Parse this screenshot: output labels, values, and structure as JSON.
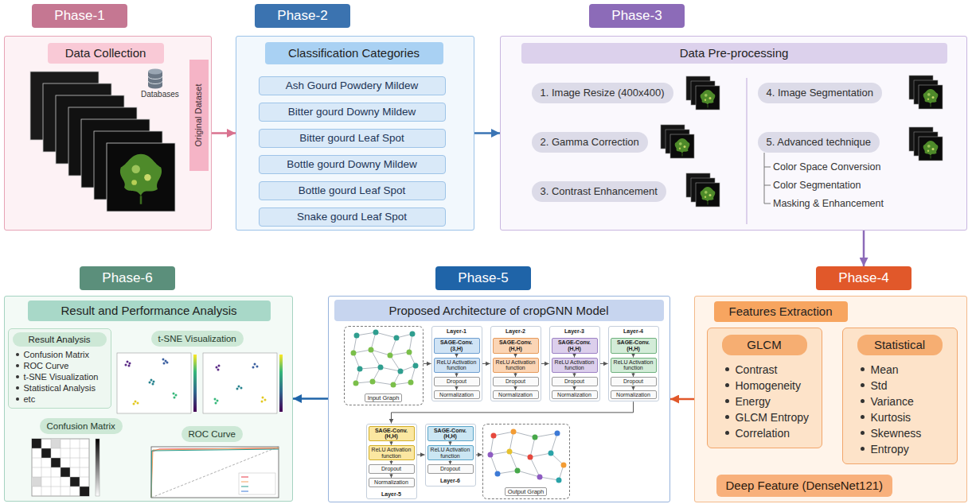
{
  "diagram": {
    "nodes": [
      {
        "text": [
          "Phase-1"
        ]
      },
      {
        "text": [
          "Data Collection"
        ]
      },
      {
        "text": [
          "Original Dataset"
        ],
        "in": 1
      },
      {
        "text": [
          "Phase-2"
        ]
      },
      {
        "text": [
          "Classification Categories"
        ]
      },
      {
        "text": [
          "Ash Gourd Powdery Mildew"
        ],
        "in": 4
      },
      {
        "text": [
          "Bitter gourd Downy Mildew"
        ],
        "in": 4
      },
      {
        "text": [
          "Bitter gourd Leaf Spot"
        ],
        "in": 4
      },
      {
        "text": [
          "Bottle gourd Downy Mildew"
        ],
        "in": 4
      },
      {
        "text": [
          "Bottle gourd Leaf Spot"
        ],
        "in": 4
      },
      {
        "text": [
          "Snake gourd Leaf Spot"
        ],
        "in": 4
      },
      {
        "text": [
          "Phase-3"
        ]
      },
      {
        "text": [
          "Data Pre-processing"
        ]
      },
      {
        "text": [
          "1. Image Resize (400x400)"
        ],
        "in": 12
      },
      {
        "text": [
          "2. Gamma Correction"
        ],
        "in": 12
      },
      {
        "text": [
          "3. Contrast Enhancement"
        ],
        "in": 12
      },
      {
        "text": [
          "4. Image Segmentation"
        ],
        "in": 12
      },
      {
        "text": [
          "5. Advanced technique"
        ],
        "in": 12
      },
      {
        "text": [
          "Phase-6"
        ]
      },
      {
        "text": [
          "Result and Performance Analysis"
        ]
      },
      {
        "text": [
          "Result Analysis",
          "Confusion Matrix",
          "ROC Curve",
          "t-SNE Visualization",
          "Statistical Analysis",
          "etc"
        ],
        "in": 19
      },
      {
        "text": [
          "t-SNE Visualization"
        ],
        "in": 19
      },
      {
        "text": [
          "Confusion Matrix"
        ],
        "in": 19
      },
      {
        "text": [
          "ROC Curve"
        ],
        "in": 19
      },
      {
        "text": [
          "Phase-5"
        ]
      },
      {
        "text": [
          "Proposed Architecture of cropGNN Model"
        ]
      },
      {
        "text": [
          "Input Graph"
        ],
        "in": 25
      },
      {
        "text": [
          "Layer-1"
        ],
        "in": 25
      },
      {
        "text": [
          "SAGE-Conv. (3,H)"
        ],
        "in": 27
      },
      {
        "text": [
          "ReLU Activation function"
        ],
        "in": 27
      },
      {
        "text": [
          "Dropout"
        ],
        "in": 27
      },
      {
        "text": [
          "Normalization"
        ],
        "in": 27
      },
      {
        "text": [
          "Layer-2"
        ],
        "in": 25
      },
      {
        "text": [
          "SAGE-Conv. (H,H)"
        ],
        "in": 32
      },
      {
        "text": [
          "ReLU Activation function"
        ],
        "in": 32
      },
      {
        "text": [
          "Dropout"
        ],
        "in": 32
      },
      {
        "text": [
          "Normalization"
        ],
        "in": 32
      },
      {
        "text": [
          "Layer-3"
        ],
        "in": 25
      },
      {
        "text": [
          "SAGE-Conv. (H,H)"
        ],
        "in": 37
      },
      {
        "text": [
          "ReLU Activation function"
        ],
        "in": 37
      },
      {
        "text": [
          "Dropout"
        ],
        "in": 37
      },
      {
        "text": [
          "Normalization"
        ],
        "in": 37
      },
      {
        "text": [
          "Layer-4"
        ],
        "in": 25
      },
      {
        "text": [
          "SAGE-Conv. (H,H)"
        ],
        "in": 42
      },
      {
        "text": [
          "ReLU Activation function"
        ],
        "in": 42
      },
      {
        "text": [
          "Dropout"
        ],
        "in": 42
      },
      {
        "text": [
          "Normalization"
        ],
        "in": 42
      },
      {
        "text": [
          "Layer-5"
        ],
        "in": 25
      },
      {
        "text": [
          "SAGE-Conv. (H,H)"
        ],
        "in": 47
      },
      {
        "text": [
          "ReLU Activation function"
        ],
        "in": 47
      },
      {
        "text": [
          "Dropout"
        ],
        "in": 47
      },
      {
        "text": [
          "Normalization"
        ],
        "in": 47
      },
      {
        "text": [
          "Layer-6"
        ],
        "in": 25
      },
      {
        "text": [
          "SAGE-Conv. (H,H)"
        ],
        "in": 52
      },
      {
        "text": [
          "ReLU Activation function"
        ],
        "in": 52
      },
      {
        "text": [
          "Dropout"
        ],
        "in": 52
      },
      {
        "text": [
          "Output Graph"
        ],
        "in": 25
      },
      {
        "text": [
          "Phase-4"
        ]
      },
      {
        "text": [
          "Features Extraction"
        ]
      },
      {
        "text": [
          "GLCM",
          "Contrast",
          "Homogeneity",
          "Energy",
          "GLCM Entropy",
          "Correlation"
        ],
        "in": 58
      },
      {
        "text": [
          "Statistical",
          "Mean",
          "Std",
          "Variance",
          "Kurtosis",
          "Skewness",
          "Entropy"
        ],
        "in": 58
      },
      {
        "text": [
          "Deep Feature (DenseNet121)"
        ],
        "in": 58
      }
    ],
    "edges": [
      {
        "from": 1,
        "to": 4,
        "arrow": "to"
      },
      {
        "from": 4,
        "to": 12,
        "arrow": "to"
      },
      {
        "from": 12,
        "to": 57,
        "arrow": "to"
      },
      {
        "from": 58,
        "to": 25,
        "arrow": "to"
      },
      {
        "from": 25,
        "to": 19,
        "arrow": "to"
      },
      {
        "from": 26,
        "to": 27,
        "arrow": "to"
      },
      {
        "from": 27,
        "to": 32,
        "arrow": "to"
      },
      {
        "from": 32,
        "to": 37,
        "arrow": "to"
      },
      {
        "from": 37,
        "to": 42,
        "arrow": "to"
      },
      {
        "from": 42,
        "to": 47,
        "arrow": "to"
      },
      {
        "from": 47,
        "to": 52,
        "arrow": "to"
      },
      {
        "from": 52,
        "to": 56,
        "arrow": "to"
      },
      {
        "from": 28,
        "to": 29,
        "arrow": "to"
      },
      {
        "from": 29,
        "to": 30,
        "arrow": "to"
      },
      {
        "from": 30,
        "to": 31,
        "arrow": "to"
      },
      {
        "from": 33,
        "to": 34,
        "arrow": "to"
      },
      {
        "from": 34,
        "to": 35,
        "arrow": "to"
      },
      {
        "from": 35,
        "to": 36,
        "arrow": "to"
      },
      {
        "from": 38,
        "to": 39,
        "arrow": "to"
      },
      {
        "from": 39,
        "to": 40,
        "arrow": "to"
      },
      {
        "from": 40,
        "to": 41,
        "arrow": "to"
      },
      {
        "from": 43,
        "to": 44,
        "arrow": "to"
      },
      {
        "from": 44,
        "to": 45,
        "arrow": "to"
      },
      {
        "from": 45,
        "to": 46,
        "arrow": "to"
      },
      {
        "from": 48,
        "to": 49,
        "arrow": "to"
      },
      {
        "from": 49,
        "to": 50,
        "arrow": "to"
      },
      {
        "from": 50,
        "to": 51,
        "arrow": "to"
      },
      {
        "from": 53,
        "to": 54,
        "arrow": "to"
      },
      {
        "from": 54,
        "to": 55,
        "arrow": "to"
      }
    ],
    "labels": [
      "Databases",
      "Color Space Conversion",
      "Color Segmentation",
      "Masking & Enhancement"
    ]
  }
}
